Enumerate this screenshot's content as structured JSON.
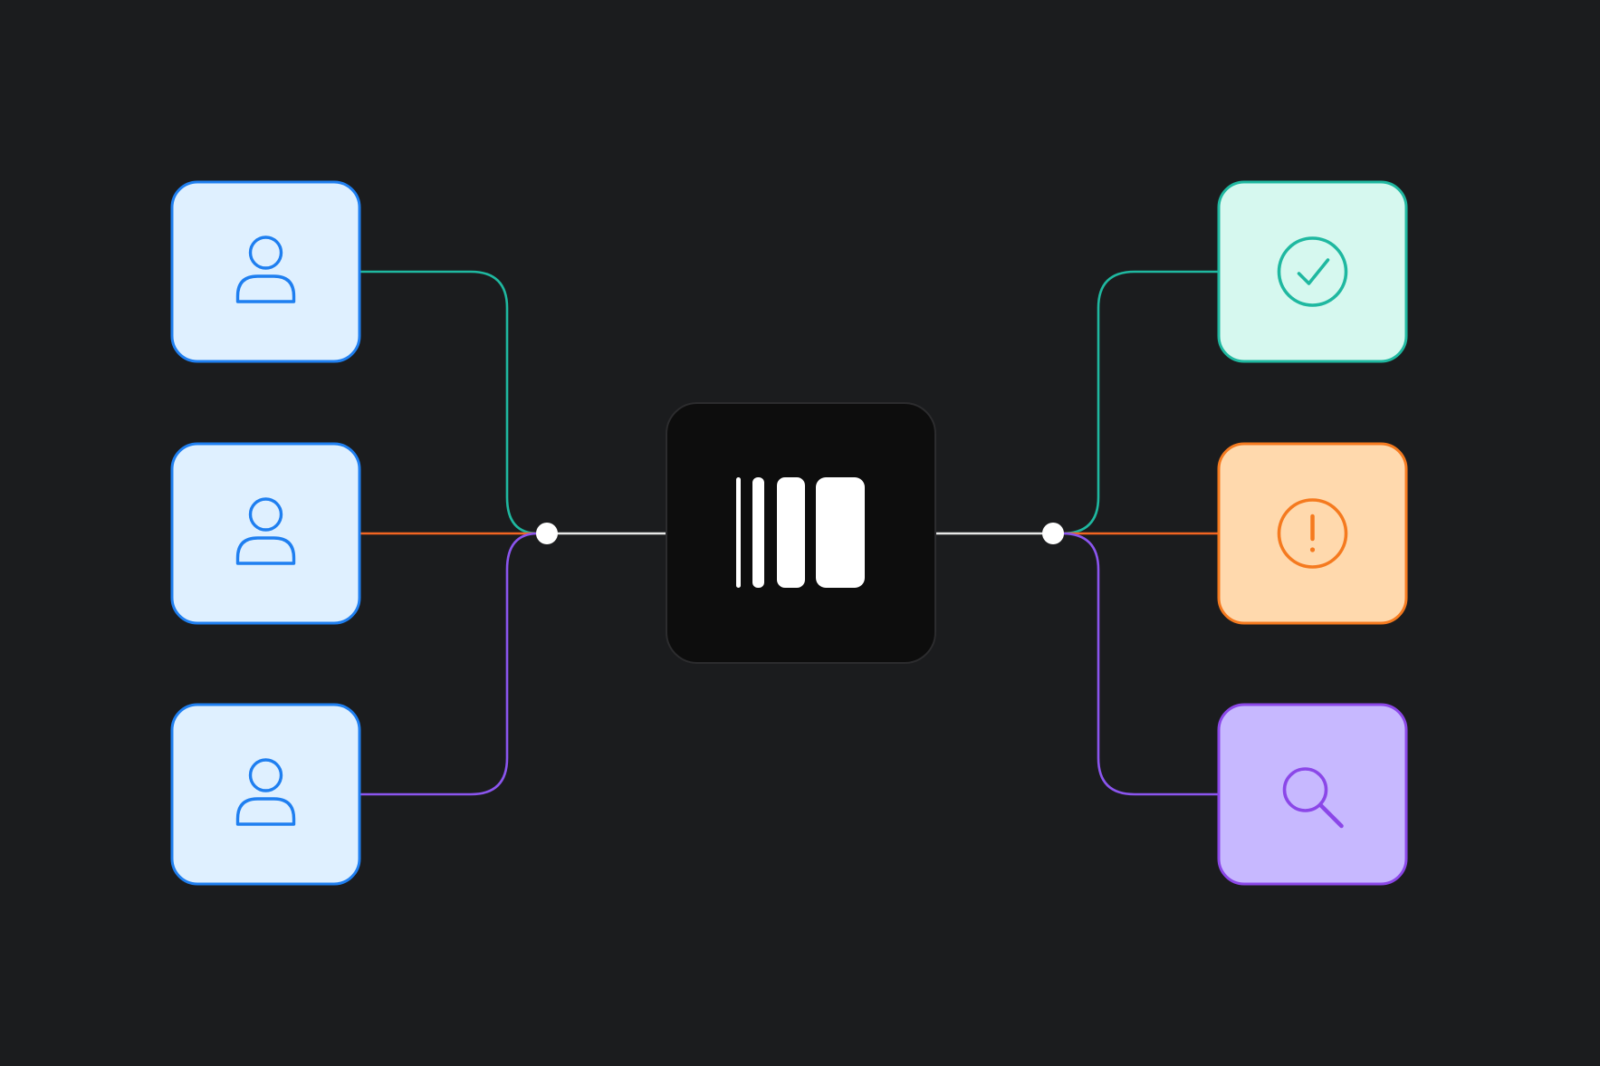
{
  "diagram": {
    "background": "#1b1c1e",
    "inputs": [
      {
        "name": "user-1",
        "icon": "user-icon",
        "fill": "#dff0ff",
        "stroke": "#1f7ff0",
        "link_color": "#1fb8a0"
      },
      {
        "name": "user-2",
        "icon": "user-icon",
        "fill": "#dff0ff",
        "stroke": "#1f7ff0",
        "link_color": "#f26522"
      },
      {
        "name": "user-3",
        "icon": "user-icon",
        "fill": "#dff0ff",
        "stroke": "#1f7ff0",
        "link_color": "#8b55ee"
      }
    ],
    "hub": {
      "icon": "logo-bars-icon",
      "fill": "#0d0d0d",
      "stroke": "#2c2c2e",
      "glyph_color": "#ffffff"
    },
    "outputs": [
      {
        "name": "approved",
        "icon": "check-circle-icon",
        "fill": "#d6f8ef",
        "stroke": "#1fb8a0",
        "link_color": "#1fb8a0"
      },
      {
        "name": "warning",
        "icon": "alert-circle-icon",
        "fill": "#ffd9ad",
        "stroke": "#f57a1f",
        "link_color": "#f26522"
      },
      {
        "name": "review",
        "icon": "search-icon",
        "fill": "#c7b8ff",
        "stroke": "#8b47e8",
        "link_color": "#8b55ee"
      }
    ],
    "connector_color": "#e8e8e8",
    "junction_color": "#ffffff"
  }
}
